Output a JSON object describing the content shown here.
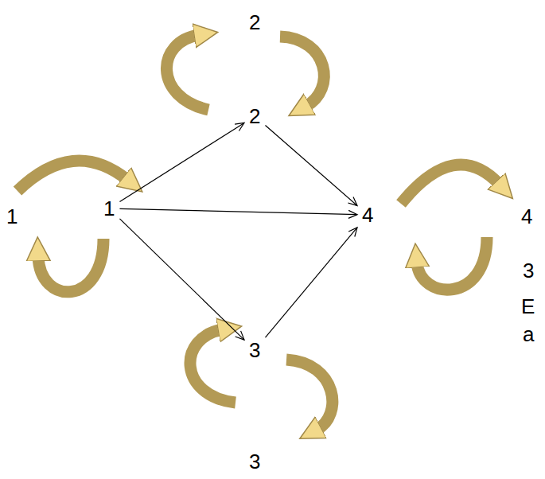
{
  "diagram": {
    "nodes": [
      {
        "text": [
          "1"
        ]
      },
      {
        "text": [
          "2"
        ]
      },
      {
        "text": [
          "3"
        ]
      },
      {
        "text": [
          "4"
        ]
      }
    ],
    "edges": [
      {
        "from": 0,
        "to": 1,
        "arrow": "to"
      },
      {
        "from": 0,
        "to": 3,
        "arrow": "to"
      },
      {
        "from": 0,
        "to": 2,
        "arrow": "to"
      },
      {
        "from": 1,
        "to": 3,
        "arrow": "to"
      },
      {
        "from": 2,
        "to": 3,
        "arrow": "to"
      }
    ],
    "labels": [
      "2",
      "1",
      "4",
      "3",
      "3",
      "E",
      "a"
    ]
  }
}
